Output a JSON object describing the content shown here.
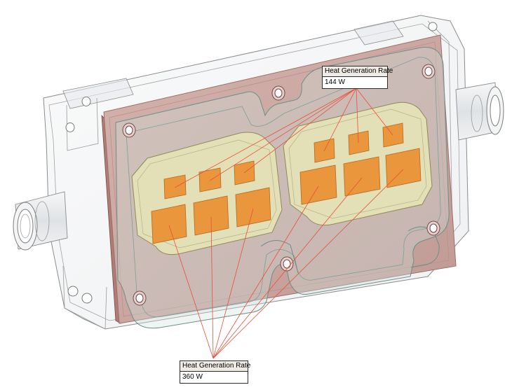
{
  "callouts": {
    "top": {
      "label": "Heat Generation Rate",
      "value": "144 W"
    },
    "bottom": {
      "label": "Heat Generation Rate",
      "value": "360 W"
    }
  },
  "colors": {
    "housing_outline": "#8c8c8c",
    "housing_fill": "#eef0f2",
    "plate_fill": "#c9a7a2",
    "plate_edge": "#9e6e68",
    "pad_fill": "#e3dfb6",
    "chip_fill": "#e9963c",
    "leader_line": "#e8503a",
    "lid_tint": "#cfe3dc"
  }
}
